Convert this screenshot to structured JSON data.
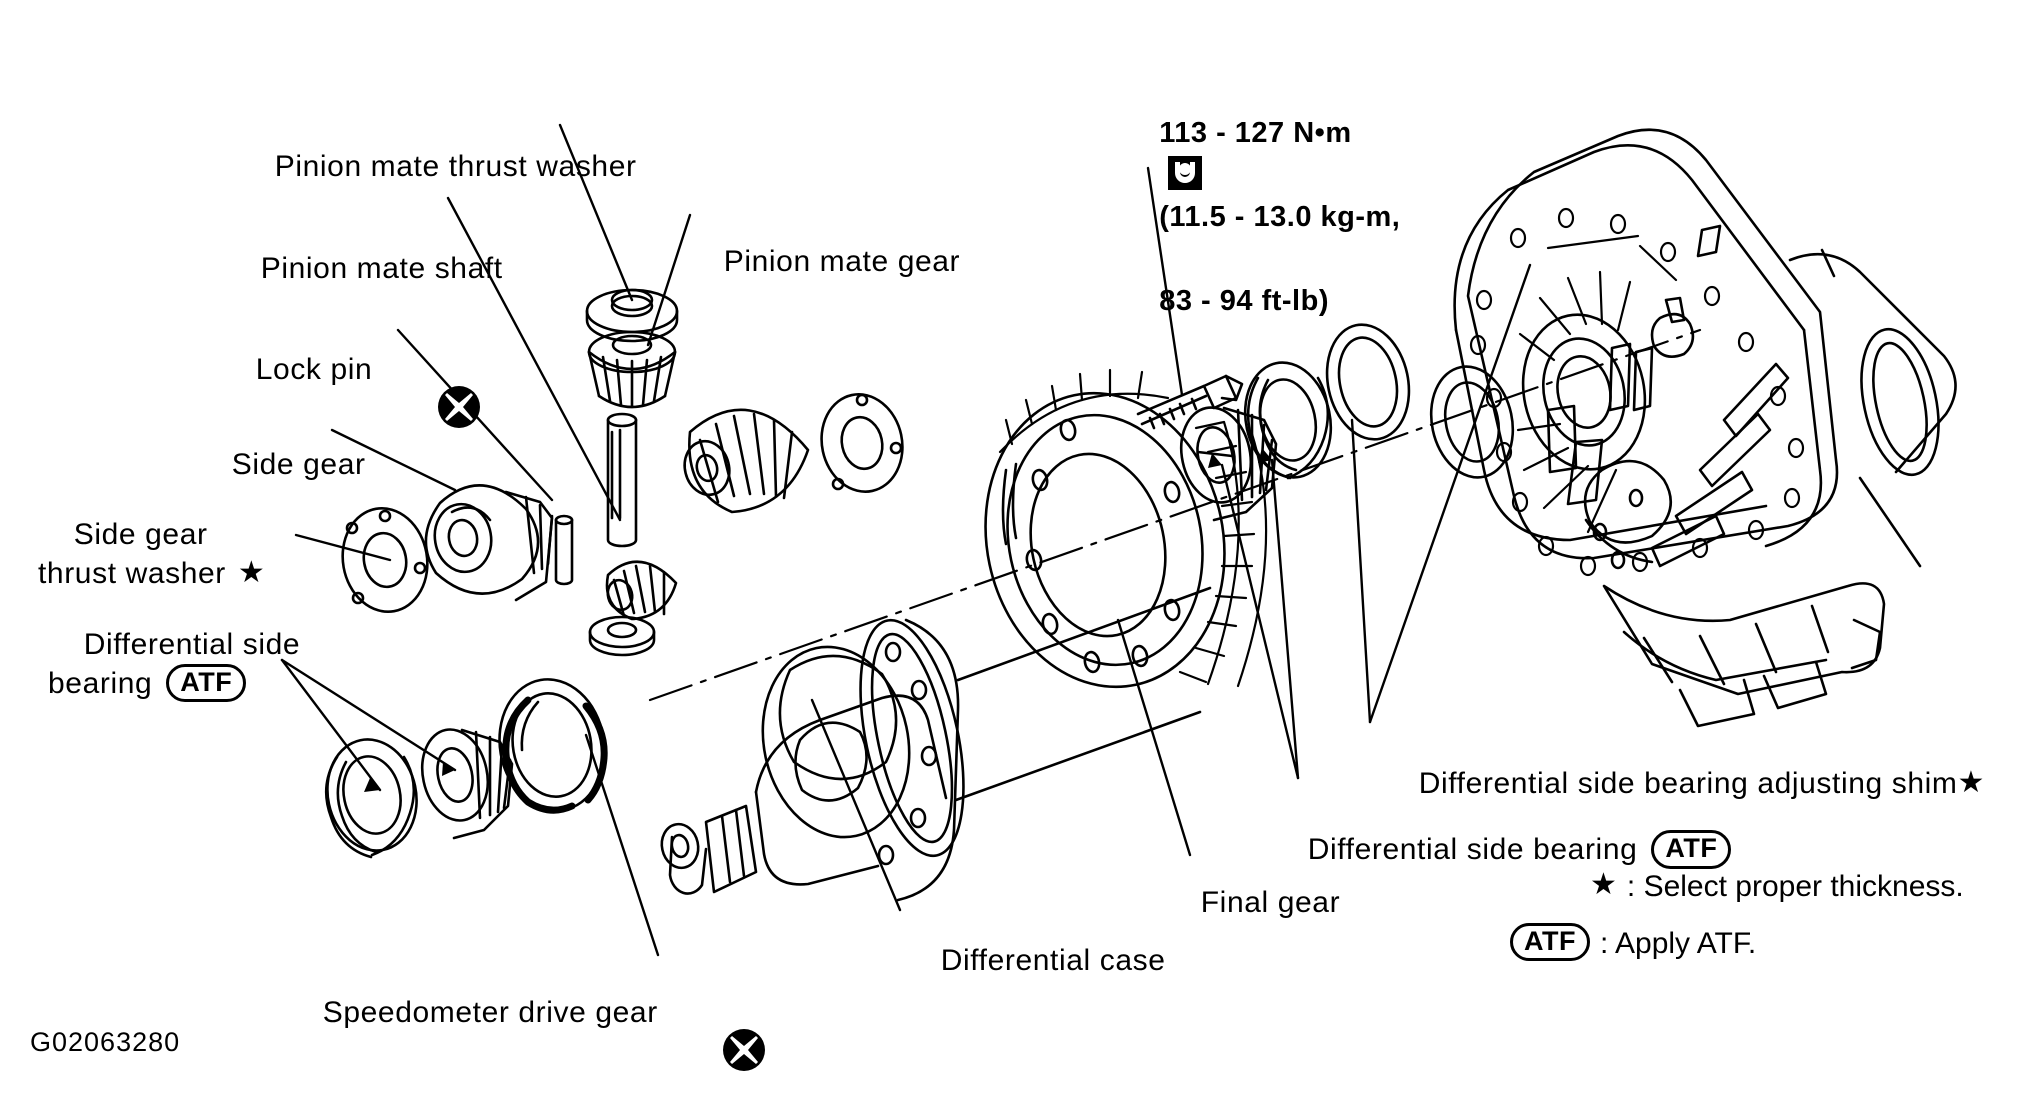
{
  "figure": {
    "id": "G02063280",
    "title": "Differential case and final gear exploded view",
    "ink_color": "#000000",
    "background_color": "#ffffff"
  },
  "torque_spec": {
    "icon": "torque-wrench-icon",
    "line1": "113 - 127 N•m",
    "line2": "(11.5 - 13.0 kg-m,",
    "line3": "83 - 94 ft-lb)"
  },
  "callouts": [
    {
      "key": "pinion_mate_thrust_washer",
      "text": "Pinion mate thrust washer",
      "marker": "none"
    },
    {
      "key": "pinion_mate_shaft",
      "text": "Pinion mate shaft",
      "marker": "none"
    },
    {
      "key": "pinion_mate_gear",
      "text": "Pinion mate gear",
      "marker": "none"
    },
    {
      "key": "lock_pin",
      "text": "Lock pin",
      "marker": "x-circle"
    },
    {
      "key": "side_gear",
      "text": "Side gear",
      "marker": "none"
    },
    {
      "key": "side_gear_thrust_washer_l1",
      "text": "Side gear",
      "marker": "none"
    },
    {
      "key": "side_gear_thrust_washer_l2",
      "text": "thrust washer",
      "marker": "star"
    },
    {
      "key": "differential_side_bearing_left_l1",
      "text": "Differential side",
      "marker": "none"
    },
    {
      "key": "differential_side_bearing_left_l2",
      "text": "bearing",
      "marker": "atf"
    },
    {
      "key": "speedometer_drive_gear",
      "text": "Speedometer drive gear",
      "marker": "x-circle"
    },
    {
      "key": "differential_case",
      "text": "Differential case",
      "marker": "none"
    },
    {
      "key": "final_gear",
      "text": "Final gear",
      "marker": "none"
    },
    {
      "key": "differential_side_bearing_right",
      "text": "Differential side bearing",
      "marker": "atf"
    },
    {
      "key": "differential_side_bearing_adjusting_shim",
      "text": "Differential side bearing adjusting shim",
      "marker": "star"
    }
  ],
  "legend": {
    "star_symbol": "★",
    "star_text": ": Select proper thickness.",
    "atf_symbol": "ATF",
    "atf_text": ": Apply ATF."
  },
  "badges": {
    "atf_label": "ATF"
  }
}
